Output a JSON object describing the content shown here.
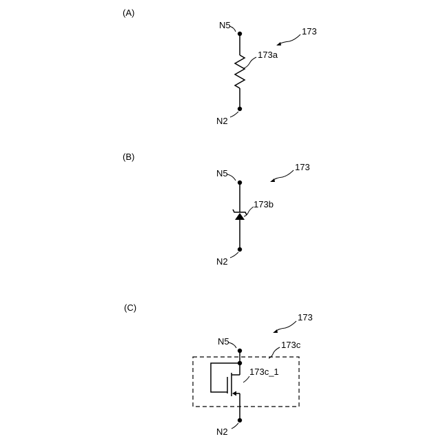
{
  "panels": [
    {
      "label": "(A)",
      "ref": "173",
      "top_node": "N5",
      "bottom_node": "N2",
      "component": "173a",
      "component_type": "resistor"
    },
    {
      "label": "(B)",
      "ref": "173",
      "top_node": "N5",
      "bottom_node": "N2",
      "component": "173b",
      "component_type": "zener-diode"
    },
    {
      "label": "(C)",
      "ref": "173",
      "top_node": "N5",
      "bottom_node": "N2",
      "block": "173c",
      "component": "173c_1",
      "component_type": "diode-connected-transistor"
    }
  ]
}
